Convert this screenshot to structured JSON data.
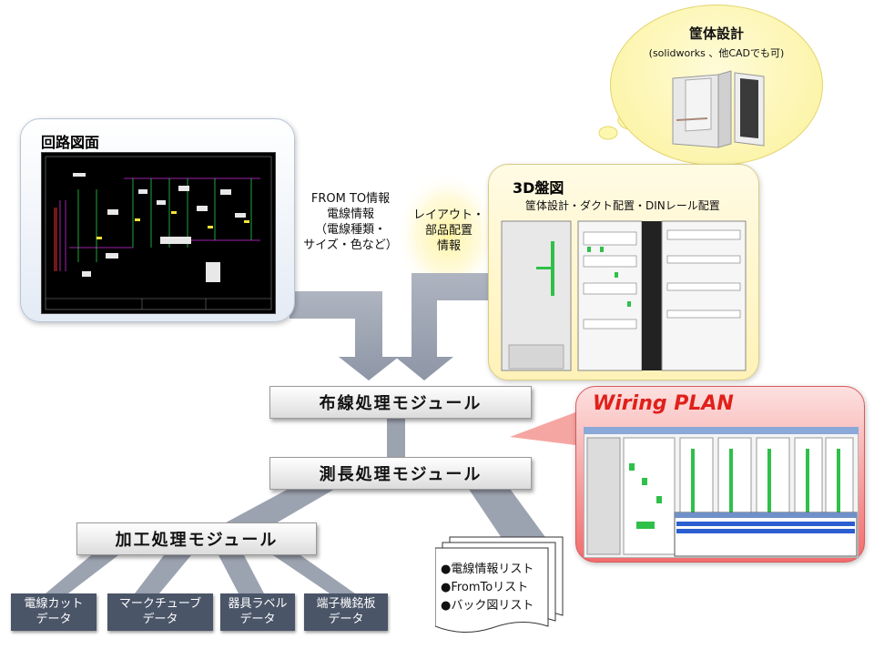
{
  "circuit": {
    "title": "回路図面"
  },
  "enclosure": {
    "title": "筐体設計",
    "subtitle": "(solidworks 、他CADでも可)"
  },
  "panel3d": {
    "title": "3D盤図",
    "subtitle": "筐体設計・ダクト配置・DINレール配置"
  },
  "fromto_info": {
    "line1": "FROM TO情報",
    "line2": "電線情報",
    "line3": "（電線種類・",
    "line4": "サイズ・色など）"
  },
  "layout_info": {
    "line1": "レイアウト・",
    "line2": "部品配置",
    "line3": "情報"
  },
  "modules": {
    "wiring": "布線処理モジュール",
    "measure": "測長処理モジュール",
    "process": "加工処理モジュール"
  },
  "wiring_plan": {
    "title": "Wiring PLAN"
  },
  "outputs": [
    {
      "line1": "電線カット",
      "line2": "データ"
    },
    {
      "line1": "マークチューブ",
      "line2": "データ"
    },
    {
      "line1": "器具ラベル",
      "line2": "データ"
    },
    {
      "line1": "端子機銘板",
      "line2": "データ"
    }
  ],
  "documents": [
    "●電線情報リスト",
    "●FromToリスト",
    "●バック図リスト"
  ],
  "colors": {
    "accent_red": "#e0201a",
    "module_border": "#9a9a9a",
    "output_box": "#4a5568"
  }
}
